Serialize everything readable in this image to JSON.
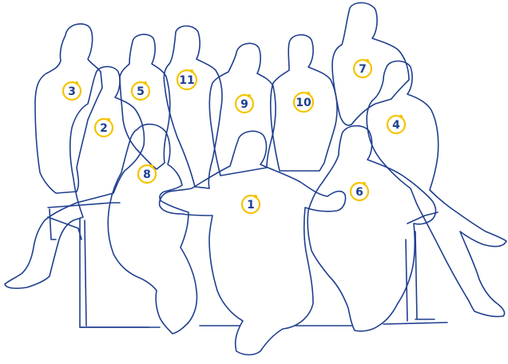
{
  "colors": {
    "outline": "#1f3f8f",
    "badge_ring": "#f4c400",
    "badge_text": "#1f3f8f",
    "background": "#ffffff"
  },
  "people": [
    {
      "number": "1"
    },
    {
      "number": "2"
    },
    {
      "number": "3"
    },
    {
      "number": "4"
    },
    {
      "number": "5"
    },
    {
      "number": "6"
    },
    {
      "number": "7"
    },
    {
      "number": "8"
    },
    {
      "number": "9"
    },
    {
      "number": "10"
    },
    {
      "number": "11"
    }
  ]
}
